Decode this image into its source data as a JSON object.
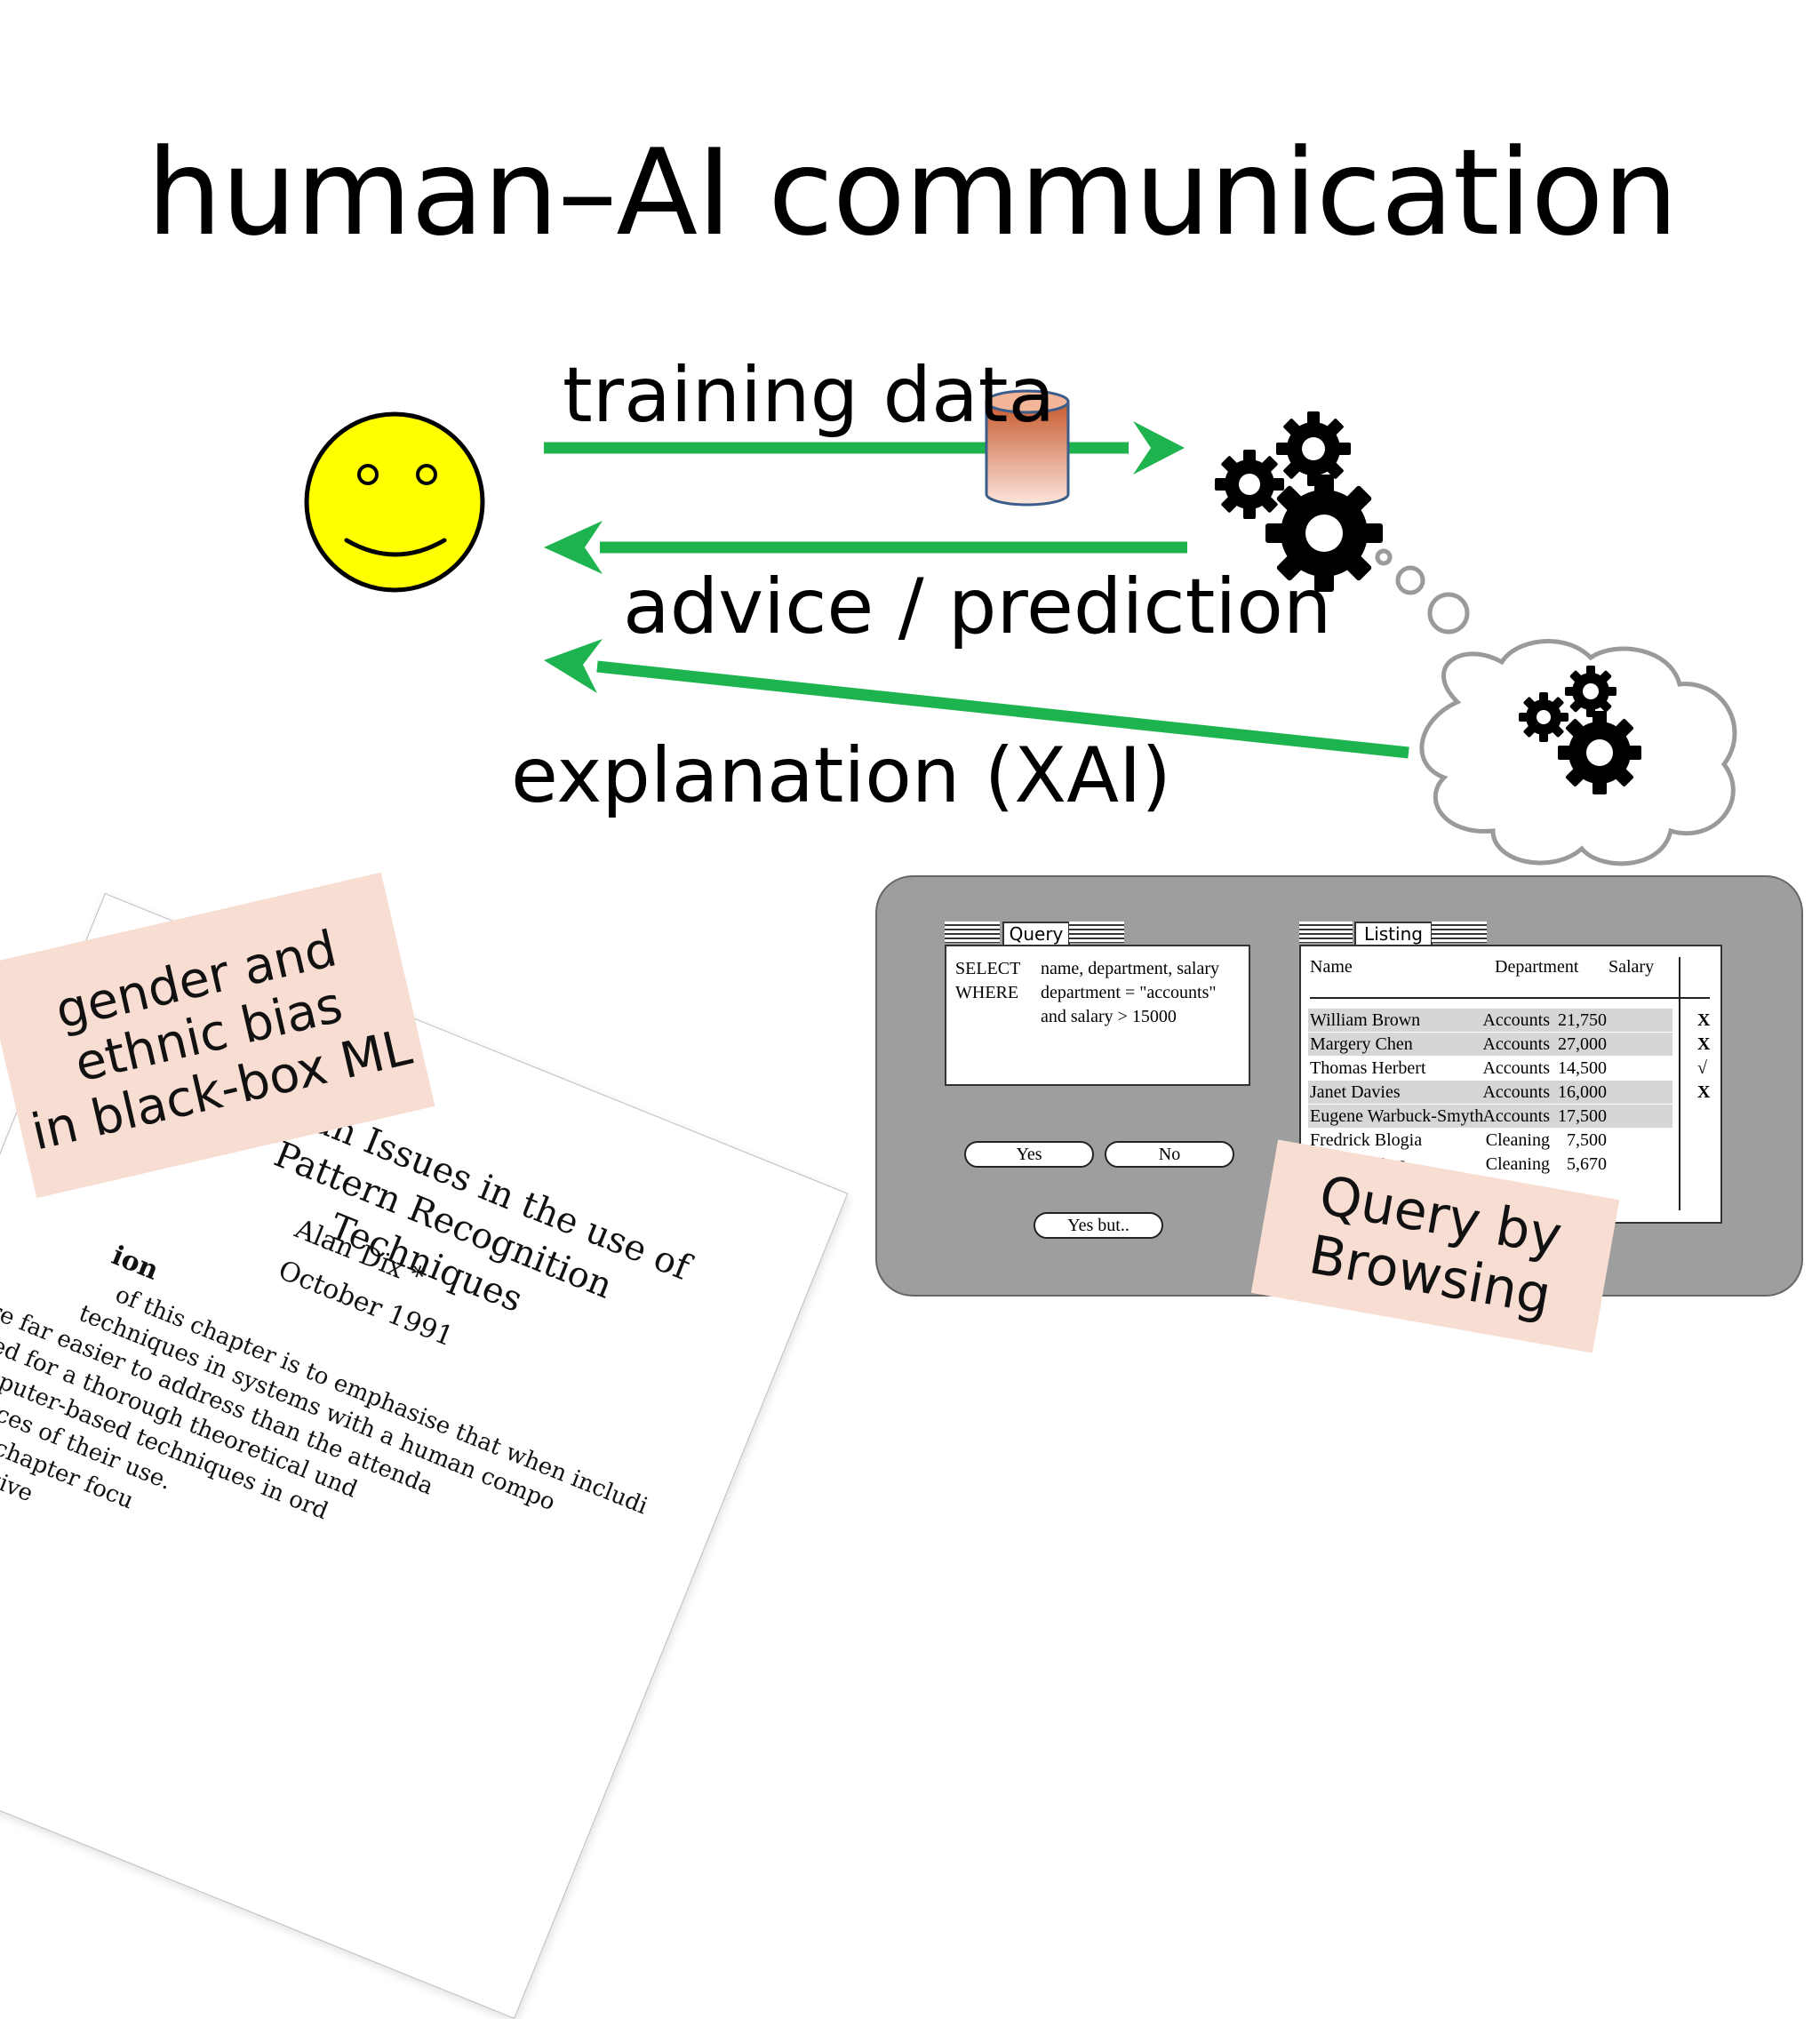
{
  "title": "human–AI communication",
  "flows": {
    "training": "training data",
    "advice": "advice / prediction",
    "explanation": "explanation (XAI)"
  },
  "colors": {
    "arrow": "#1db34f",
    "smiley_face": "#ffff00",
    "note_bg": "#f7ddd2",
    "database": "#d9794a",
    "screen_frame": "#9e9e9e"
  },
  "icons": [
    "smiley-face-icon",
    "database-icon",
    "gears-icon",
    "thought-cloud-icon"
  ],
  "paper": {
    "title_line1": "Human Issues in the use of Pattern Recognition",
    "title_line2": "Techniques",
    "author": "Alan Dix *",
    "date": "October 1991",
    "heading_fragment": "ion",
    "body": [
      "of this chapter is to emphasise that when includi",
      "techniques in systems with a human compo",
      "are far easier to address than the attenda",
      "need for a thorough theoretical und",
      "computer-based techniques in ord",
      "quences of their use.",
      "The chapter focu",
      "innovative"
    ]
  },
  "notes": {
    "bias": [
      "gender and",
      "ethnic bias",
      "in black-box ML"
    ],
    "qbb": [
      "Query by",
      "Browsing"
    ]
  },
  "query_window": {
    "tab": "Query",
    "kw1": "SELECT",
    "line1": "name, department, salary",
    "kw2": "WHERE",
    "line2": "department = \"accounts\"",
    "line3": "and salary > 15000"
  },
  "buttons": {
    "yes": "Yes",
    "no": "No",
    "yes_but": "Yes but.."
  },
  "listing": {
    "tab": "Listing",
    "headers": {
      "name": "Name",
      "department": "Department",
      "salary": "Salary"
    },
    "rows": [
      {
        "name": "William Brown",
        "department": "Accounts",
        "salary": "21,750",
        "mark": "X",
        "shaded": true
      },
      {
        "name": "Margery Chen",
        "department": "Accounts",
        "salary": "27,000",
        "mark": "X",
        "shaded": true
      },
      {
        "name": "Thomas Herbert",
        "department": "Accounts",
        "salary": "14,500",
        "mark": "√",
        "shaded": false
      },
      {
        "name": "Janet Davies",
        "department": "Accounts",
        "salary": "16,000",
        "mark": "X",
        "shaded": true
      },
      {
        "name": "Eugene Warbuck-Smyth",
        "department": "Accounts",
        "salary": "17,500",
        "mark": "",
        "shaded": true
      },
      {
        "name": "Fredrick Blogia",
        "department": "Cleaning",
        "salary": "7,500",
        "mark": "",
        "shaded": false
      },
      {
        "name": "Mary O’Hara",
        "department": "Cleaning",
        "salary": "5,670",
        "mark": "",
        "shaded": false
      }
    ]
  }
}
